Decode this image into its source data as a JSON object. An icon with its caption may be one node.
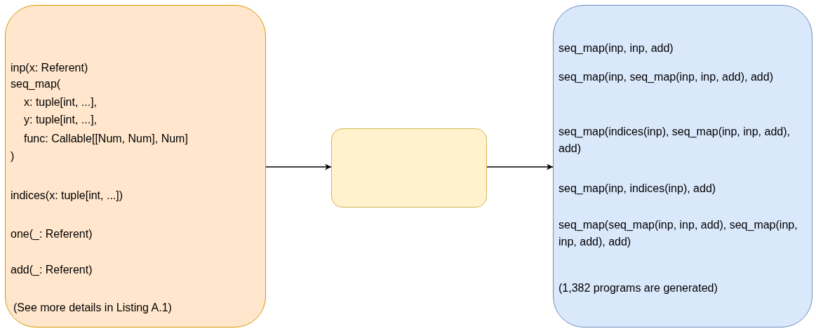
{
  "diagram": {
    "nodes": [
      {
        "text": [
          "inp(x: Referent)",
          "seq_map(",
          "x: tuple[int, ...],",
          "y: tuple[int, ...],",
          "func: Callable[[Num, Num], Num]",
          ")",
          "indices(x: tuple[int, ...])",
          "one(_: Referent)",
          "add(_: Referent)",
          "(See more details in Listing A.1)"
        ]
      },
      {
        "text": [],
        "shape": "box"
      },
      {
        "text": [
          "seq_map(inp, inp, add)",
          "seq_map(inp, seq_map(inp, inp, add), add)",
          "seq_map(indices(inp), seq_map(inp, inp, add), add)",
          "seq_map(inp, indices(inp), add)",
          "seq_map(seq_map(inp, inp, add), seq_map(inp, inp, add), add)",
          "(1,382 programs are generated)"
        ]
      }
    ],
    "edges": [
      {
        "from": 0,
        "to": 1,
        "arrow": "to"
      },
      {
        "from": 1,
        "to": 2,
        "arrow": "to"
      }
    ]
  }
}
